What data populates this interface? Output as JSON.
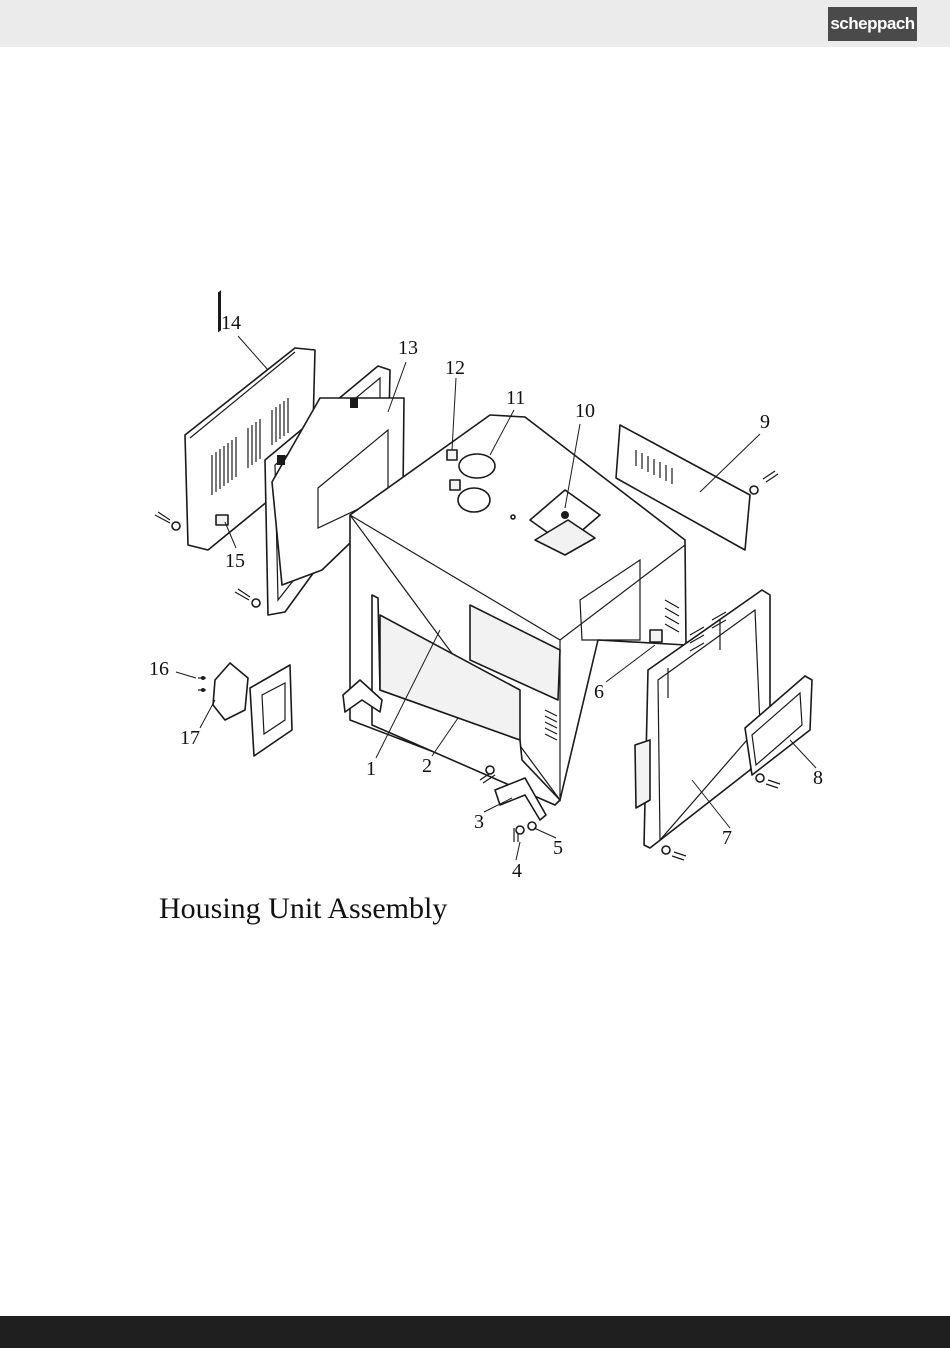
{
  "header": {
    "brand": "scheppach"
  },
  "figure": {
    "caption": "Housing Unit Assembly",
    "callouts": [
      {
        "id": "c1",
        "text": "1"
      },
      {
        "id": "c2",
        "text": "2"
      },
      {
        "id": "c3",
        "text": "3"
      },
      {
        "id": "c4",
        "text": "4"
      },
      {
        "id": "c5",
        "text": "5"
      },
      {
        "id": "c6",
        "text": "6"
      },
      {
        "id": "c7",
        "text": "7"
      },
      {
        "id": "c8",
        "text": "8"
      },
      {
        "id": "c9",
        "text": "9"
      },
      {
        "id": "c10",
        "text": "10"
      },
      {
        "id": "c11",
        "text": "11"
      },
      {
        "id": "c12",
        "text": "12"
      },
      {
        "id": "c13",
        "text": "13"
      },
      {
        "id": "c14",
        "text": "14"
      },
      {
        "id": "c15",
        "text": "15"
      },
      {
        "id": "c16",
        "text": "16"
      },
      {
        "id": "c17",
        "text": "17"
      }
    ]
  }
}
